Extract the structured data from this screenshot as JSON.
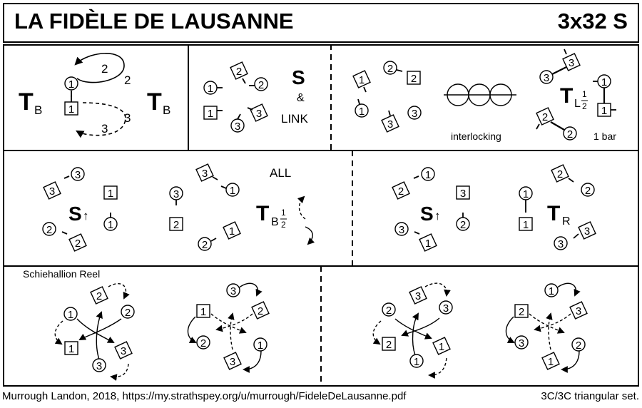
{
  "header": {
    "title": "LA FIDÈLE DE LAUSANNE",
    "format": "3x32 S"
  },
  "footer": {
    "credit": "Murrough Landon, 2018, https://my.strathspey.org/u/murrough/FideleDeLausanne.pdf",
    "set": "3C/3C  triangular set."
  },
  "cells": {
    "c1": {
      "move": "T",
      "sub": "B",
      "move2": "T",
      "sub2": "B",
      "labels": [
        "2",
        "2",
        "3",
        "3"
      ],
      "dancers": [
        "1",
        "1"
      ]
    },
    "c2": {
      "move": "S",
      "amp": "&",
      "link": "LINK",
      "dancers": [
        "2",
        "2",
        "1",
        "3",
        "1",
        "3"
      ]
    },
    "c3": {
      "dancers": [
        "1",
        "2",
        "2",
        "1",
        "3",
        "3"
      ],
      "caption": "interlocking"
    },
    "c4": {
      "move": "T",
      "sub": "L",
      "num": "1",
      "den": "2",
      "caption": "1 bar",
      "dancers": [
        "3",
        "3",
        "1",
        "1",
        "2",
        "2"
      ]
    },
    "c5": {
      "move": "S",
      "arrow": "↑",
      "dancers": [
        "3",
        "3",
        "1",
        "1",
        "2",
        "2"
      ]
    },
    "c6": {
      "move": "T",
      "sub": "B",
      "num": "1",
      "den": "2",
      "caption": "ALL",
      "dancers": [
        "3",
        "3",
        "1",
        "2",
        "2",
        "1"
      ]
    },
    "c7": {
      "move": "S",
      "arrow": "↑",
      "dancers": [
        "2",
        "1",
        "3",
        "2",
        "3",
        "1"
      ]
    },
    "c8": {
      "move": "T",
      "sub": "R",
      "dancers": [
        "2",
        "2",
        "1",
        "1",
        "3",
        "3"
      ]
    },
    "c9": {
      "caption": "Schiehallion Reel",
      "dancers": [
        "2",
        "1",
        "2",
        "1",
        "3",
        "3"
      ]
    },
    "c10": {
      "dancers": [
        "3",
        "1",
        "2",
        "2",
        "3",
        "1"
      ]
    },
    "c11": {
      "dancers": [
        "3",
        "2",
        "3",
        "2",
        "1",
        "1"
      ]
    },
    "c12": {
      "dancers": [
        "1",
        "2",
        "3",
        "3",
        "2",
        "1"
      ]
    }
  }
}
